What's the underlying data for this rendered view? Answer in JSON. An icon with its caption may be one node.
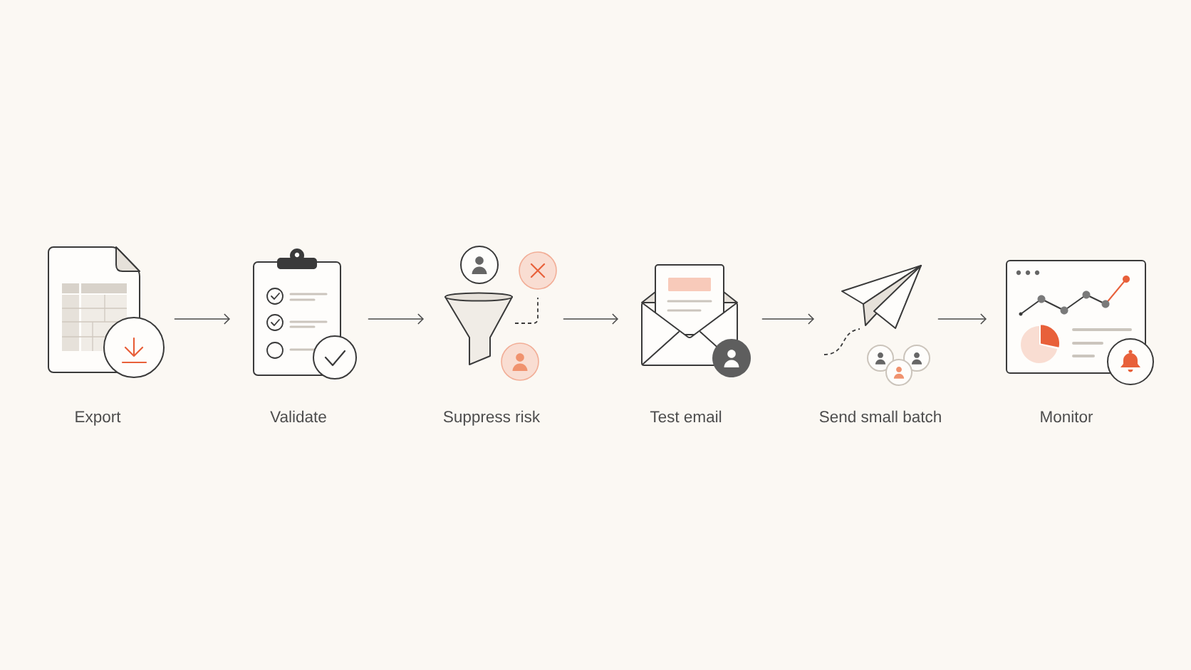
{
  "diagram": {
    "nodes": [
      {
        "text": [
          "Export"
        ]
      },
      {
        "text": [
          "Validate"
        ]
      },
      {
        "text": [
          "Suppress risk"
        ]
      },
      {
        "text": [
          "Test email"
        ]
      },
      {
        "text": [
          "Send small batch"
        ]
      },
      {
        "text": [
          "Monitor"
        ]
      }
    ],
    "edges": [
      {
        "from": 0,
        "to": 1,
        "arrow": "to"
      },
      {
        "from": 1,
        "to": 2,
        "arrow": "to"
      },
      {
        "from": 2,
        "to": 3,
        "arrow": "to"
      },
      {
        "from": 3,
        "to": 4,
        "arrow": "to"
      },
      {
        "from": 4,
        "to": 5,
        "arrow": "to"
      }
    ]
  }
}
